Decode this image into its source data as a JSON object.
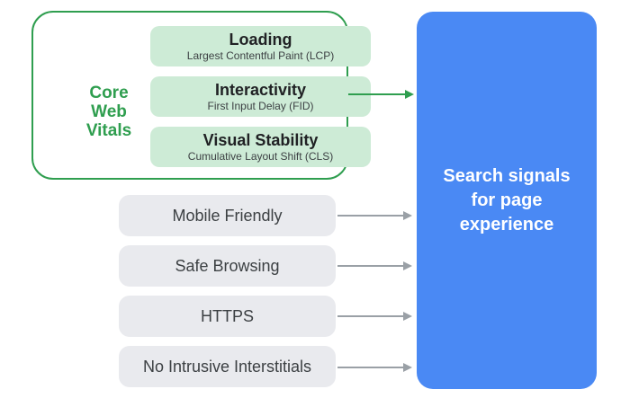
{
  "diagram_title": "Search signals for page experience",
  "colors": {
    "green": "#2f9e4f",
    "light_green_fill": "#cdebd6",
    "gray_fill": "#e9eaee",
    "gray_arrow": "#9aa0a6",
    "blue_fill": "#4a89f4",
    "dark_text": "#202124",
    "secondary_text": "#3c4043",
    "white_text": "#ffffff"
  },
  "core_web_vitals": {
    "label": "Core Web Vitals",
    "label_lines": [
      "Core",
      "Web",
      "Vitals"
    ],
    "items": [
      {
        "title": "Loading",
        "subtitle": "Largest Contentful Paint (LCP)"
      },
      {
        "title": "Interactivity",
        "subtitle": "First Input Delay (FID)"
      },
      {
        "title": "Visual Stability",
        "subtitle": "Cumulative Layout Shift (CLS)"
      }
    ]
  },
  "other_signals": [
    {
      "label": "Mobile Friendly"
    },
    {
      "label": "Safe Browsing"
    },
    {
      "label": "HTTPS"
    },
    {
      "label": "No Intrusive Interstitials"
    }
  ],
  "result_box": {
    "text": "Search signals for page experience",
    "lines": [
      "Search signals",
      "for page",
      "experience"
    ]
  }
}
